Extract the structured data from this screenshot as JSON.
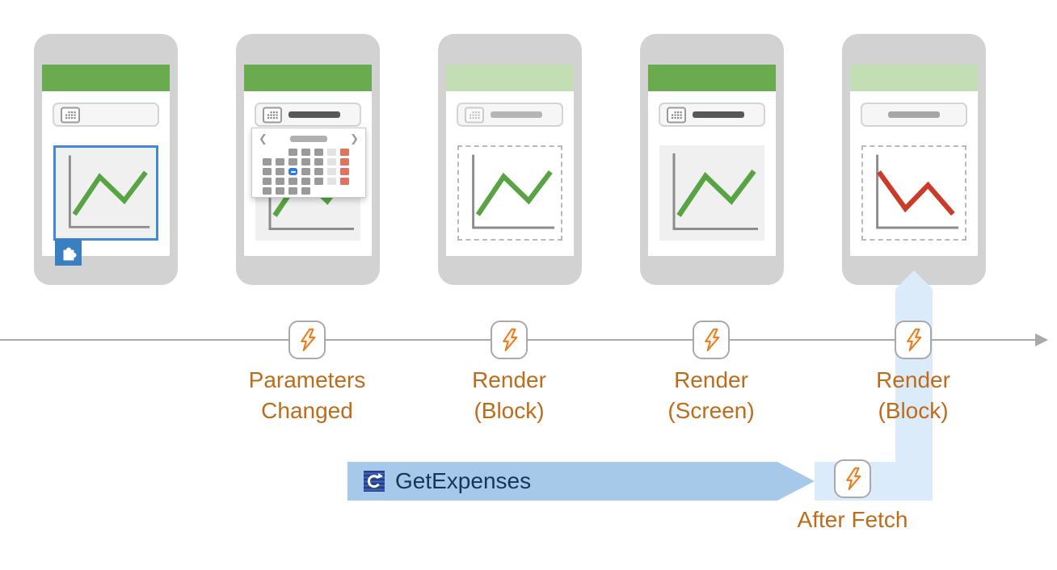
{
  "colors": {
    "accent_green": "#6aab50",
    "accent_green_faded": "#c3ddb4",
    "event_orange": "#bd6c1b",
    "bolt_orange": "#e87c1c",
    "selection_blue": "#4489d4",
    "fetch_band_blue": "#a6c9e9",
    "fetch_band_light": "#dcebfa",
    "fetch_text_navy": "#16355c",
    "chart_line_green": "#58a343",
    "chart_line_red": "#cc3b28"
  },
  "timeline": {
    "events": [
      {
        "id": "parameters-changed",
        "label": "Parameters\nChanged"
      },
      {
        "id": "render-block-1",
        "label": "Render\n(Block)"
      },
      {
        "id": "render-screen",
        "label": "Render\n(Screen)"
      },
      {
        "id": "render-block-2",
        "label": "Render\n(Block)"
      }
    ]
  },
  "fetch": {
    "action_label": "GetExpenses",
    "event_label": "After Fetch"
  },
  "calendar": {
    "prev_glyph": "❮",
    "next_glyph": "❯",
    "grid_rows": [
      "..ggglr",
      "ggggglr",
      "ggbgglr",
      "ggggglr",
      "gggg..."
    ]
  }
}
